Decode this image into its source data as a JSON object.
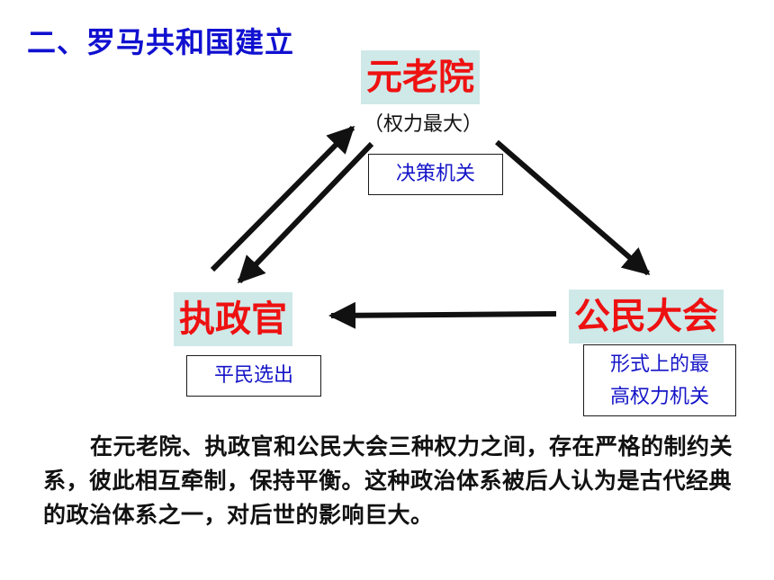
{
  "title": "二、罗马共和国建立",
  "nodes": {
    "senate": {
      "label": "元老院",
      "note": "（权力最大）",
      "box": "决策机关"
    },
    "consul": {
      "label": "执政官",
      "box": "平民选出"
    },
    "assembly": {
      "label": "公民大会",
      "box_line1": "形式上的最",
      "box_line2": "高权力机关"
    }
  },
  "paragraph": "在元老院、执政官和公民大会三种权力之间，存在严格的制约关系，彼此相互牵制，保持平衡。这种政治体系被后人认为是古代经典的政治体系之一，对后世的影响巨大。",
  "colors": {
    "title": "#1010d0",
    "node_text": "#ee1111",
    "node_bg": "#cfe8e8",
    "box_text": "#1515c8"
  }
}
